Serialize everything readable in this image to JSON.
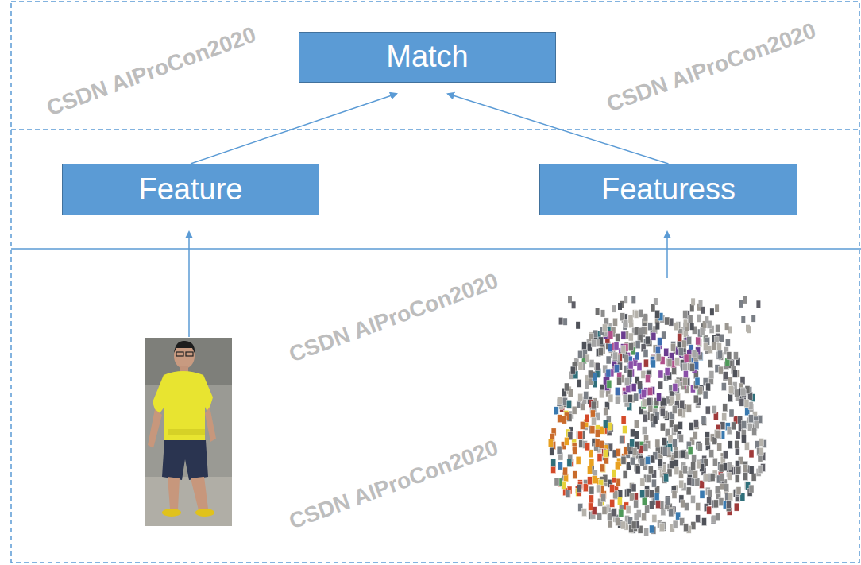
{
  "diagram": {
    "nodes": [
      {
        "text": [
          "Match"
        ]
      },
      {
        "text": [
          "Feature"
        ]
      },
      {
        "text": [
          "Featuress"
        ]
      }
    ],
    "edges": [
      {
        "from": 1,
        "to": 0,
        "arrow": "to"
      },
      {
        "from": 2,
        "to": 0,
        "arrow": "to"
      }
    ],
    "labels": [
      "CSDN AIProCon2020",
      "CSDN AIProCon2020",
      "CSDN AIProCon2020",
      "CSDN AIProCon2020"
    ]
  }
}
